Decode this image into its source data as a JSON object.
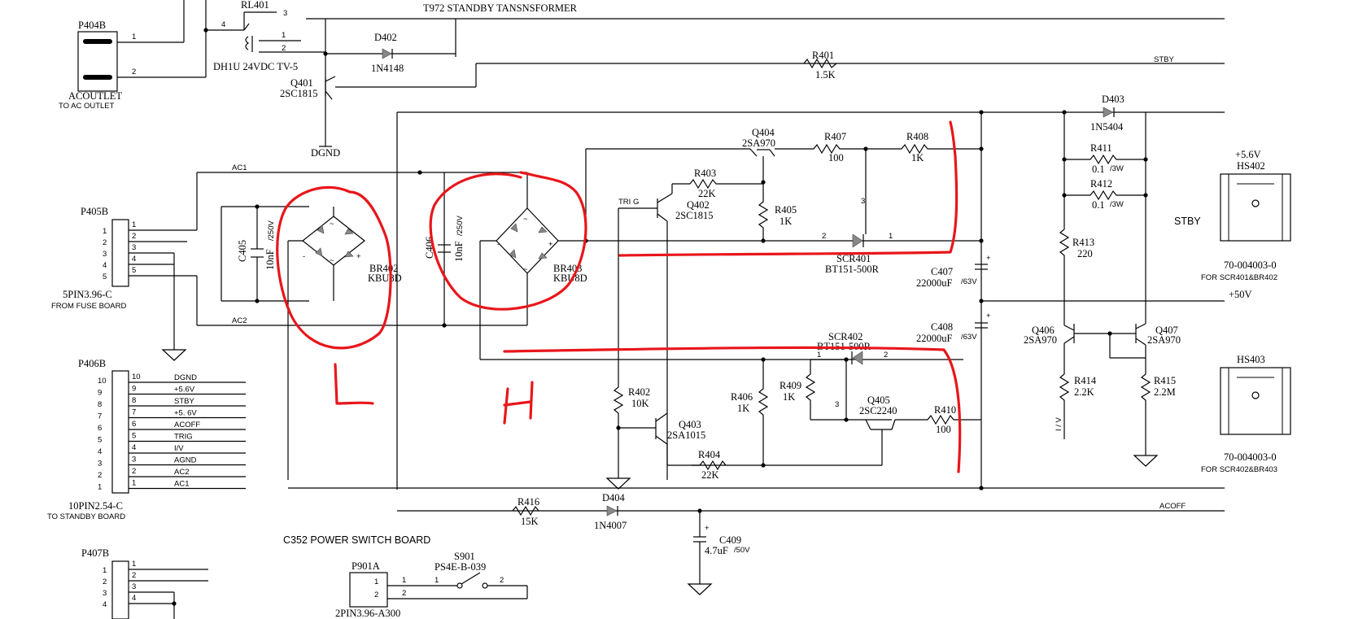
{
  "title": "T972 STANDBY TANSNSFORMER",
  "board_label": "C352 POWER SWITCH BOARD",
  "nets": {
    "stby": "STBY",
    "ac1": "AC1",
    "ac2": "AC2",
    "acoff": "ACOFF",
    "plus50": "+50V",
    "plus56": "+5.6V",
    "stby_big": "STBY",
    "trig": "TRI G",
    "iv": "I / V"
  },
  "connectors": {
    "p404b": {
      "ref": "P404B",
      "label": "ACOUTLET",
      "sub": "TO AC OUTLET",
      "pins": [
        "1",
        "2"
      ]
    },
    "p405b": {
      "ref": "P405B",
      "label": "5PIN3.96-C",
      "sub": "FROM FUSE BOARD",
      "pins": [
        "1",
        "2",
        "3",
        "4",
        "5"
      ]
    },
    "p406b": {
      "ref": "P406B",
      "label": "10PIN2.54-C",
      "sub": "TO STANDBY BOARD",
      "pins": [
        "10",
        "9",
        "8",
        "7",
        "6",
        "5",
        "4",
        "3",
        "2",
        "1"
      ],
      "nets": [
        "DGND",
        "+5.6V",
        "STBY",
        "+5. 6V",
        "ACOFF",
        "TRIG",
        "I/V",
        "AGND",
        "AC2",
        "AC1"
      ]
    },
    "p407b": {
      "ref": "P407B",
      "pins": [
        "1",
        "2",
        "3",
        "4"
      ]
    },
    "p901a": {
      "ref": "P901A",
      "label": "2PIN3.96-A300",
      "pins": [
        "1",
        "2"
      ]
    }
  },
  "components": {
    "rl401": {
      "ref": "RL401",
      "value": "DH1U 24VDC TV-5",
      "pins": [
        "3",
        "4",
        "1",
        "2"
      ]
    },
    "d402": {
      "ref": "D402",
      "value": "1N4148"
    },
    "q401": {
      "ref": "Q401",
      "value": "2SC1815"
    },
    "dgnd": "DGND",
    "r401": {
      "ref": "R401",
      "value": "1.5K"
    },
    "d403": {
      "ref": "D403",
      "value": "1N5404"
    },
    "q404": {
      "ref": "Q404",
      "value": "2SA970"
    },
    "r407": {
      "ref": "R407",
      "value": "100"
    },
    "r408": {
      "ref": "R408",
      "value": "1K"
    },
    "r403": {
      "ref": "R403",
      "value": "22K"
    },
    "q402": {
      "ref": "Q402",
      "value": "2SC1815"
    },
    "r405": {
      "ref": "R405",
      "value": "1K"
    },
    "scr401": {
      "ref": "SCR401",
      "value": "BT151-500R",
      "pins": [
        "2",
        "1",
        "3"
      ]
    },
    "c405": {
      "ref": "C405",
      "value": "10nF",
      "rating": "/250V"
    },
    "c406": {
      "ref": "C406",
      "value": "10nF",
      "rating": "/250V"
    },
    "br402": {
      "ref": "BR402",
      "value": "KBU8D"
    },
    "br403": {
      "ref": "BR403",
      "value": "KBU8D"
    },
    "c407": {
      "ref": "C407",
      "value": "22000uF",
      "rating": "/63V"
    },
    "c408": {
      "ref": "C408",
      "value": "22000uF",
      "rating": "/63V"
    },
    "r411": {
      "ref": "R411",
      "value": "0.1",
      "rating": "/3W"
    },
    "r412": {
      "ref": "R412",
      "value": "0.1",
      "rating": "/3W"
    },
    "r413": {
      "ref": "R413",
      "value": "220"
    },
    "q406": {
      "ref": "Q406",
      "value": "2SA970"
    },
    "q407": {
      "ref": "Q407",
      "value": "2SA970"
    },
    "r414": {
      "ref": "R414",
      "value": "2.2K"
    },
    "r415": {
      "ref": "R415",
      "value": "2.2M"
    },
    "hs402": {
      "ref": "HS402",
      "value": "70-004003-0",
      "sub": "FOR SCR401&BR402"
    },
    "hs403": {
      "ref": "HS403",
      "value": "70-004003-0",
      "sub": "FOR SCR402&BR403"
    },
    "scr402": {
      "ref": "SCR402",
      "value": "BT151-500R",
      "pins": [
        "1",
        "2",
        "3"
      ]
    },
    "r402": {
      "ref": "R402",
      "value": "10K"
    },
    "q403": {
      "ref": "Q403",
      "value": "2SA1015"
    },
    "r406": {
      "ref": "R406",
      "value": "1K"
    },
    "r409": {
      "ref": "R409",
      "value": "1K"
    },
    "q405": {
      "ref": "Q405",
      "value": "2SC2240"
    },
    "r410": {
      "ref": "R410",
      "value": "100"
    },
    "r404": {
      "ref": "R404",
      "value": "22K"
    },
    "r416": {
      "ref": "R416",
      "value": "15K"
    },
    "d404": {
      "ref": "D404",
      "value": "1N4007"
    },
    "c409": {
      "ref": "C409",
      "value": "4.7uF",
      "rating": "/50V"
    },
    "s901": {
      "ref": "S901",
      "value": "PS4E-B-039",
      "pins": [
        "1",
        "2"
      ]
    }
  },
  "annotations": {
    "left_bridge_mark": "L",
    "right_bridge_mark": "H"
  },
  "colors": {
    "annotation_red": "#e8161b",
    "wire": "#000000"
  }
}
